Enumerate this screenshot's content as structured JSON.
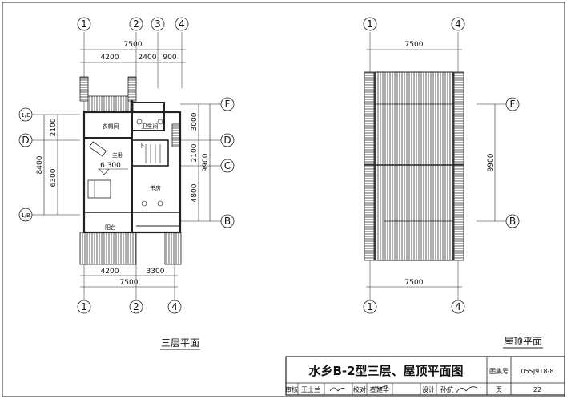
{
  "plan3": {
    "caption": "三层平面",
    "axes_top": [
      "1",
      "2",
      "3",
      "4"
    ],
    "axes_bottom": [
      "1",
      "2",
      "4"
    ],
    "axes_left": [
      "1/E",
      "D",
      "1/B"
    ],
    "axes_right": [
      "F",
      "D",
      "C",
      "B"
    ],
    "dims_top_total": "7500",
    "dims_top": [
      "4200",
      "2400",
      "900"
    ],
    "dims_bottom": [
      "4200",
      "3300"
    ],
    "dims_bottom_total": "7500",
    "dims_left": [
      "2100",
      "6300"
    ],
    "dims_left_total": "8400",
    "dims_right": [
      "3000",
      "2100",
      "4800"
    ],
    "dims_right_total": "9900",
    "rooms": {
      "closet": "衣帽间",
      "bath": "卫生间",
      "master": "主卧",
      "study": "书房",
      "balcony": "阳台",
      "down": "下"
    },
    "elevation": "6.300"
  },
  "roof": {
    "caption": "屋顶平面",
    "axes_top": [
      "1",
      "4"
    ],
    "axes_bottom": [
      "1",
      "4"
    ],
    "axes_right": [
      "F",
      "B"
    ],
    "dims_top_total": "7500",
    "dims_bottom_total": "7500",
    "dims_right_total": "9900"
  },
  "title_block": {
    "title": "水乡B-2型三层、屋顶平面图",
    "atlas_label": "图集号",
    "atlas_no": "05SJ918-8",
    "review_label": "审核",
    "reviewer": "王士兰",
    "check_label": "校对",
    "checker": "宣建华",
    "design_label": "设计",
    "designer": "孙航",
    "page_label": "页",
    "page_no": "22"
  }
}
